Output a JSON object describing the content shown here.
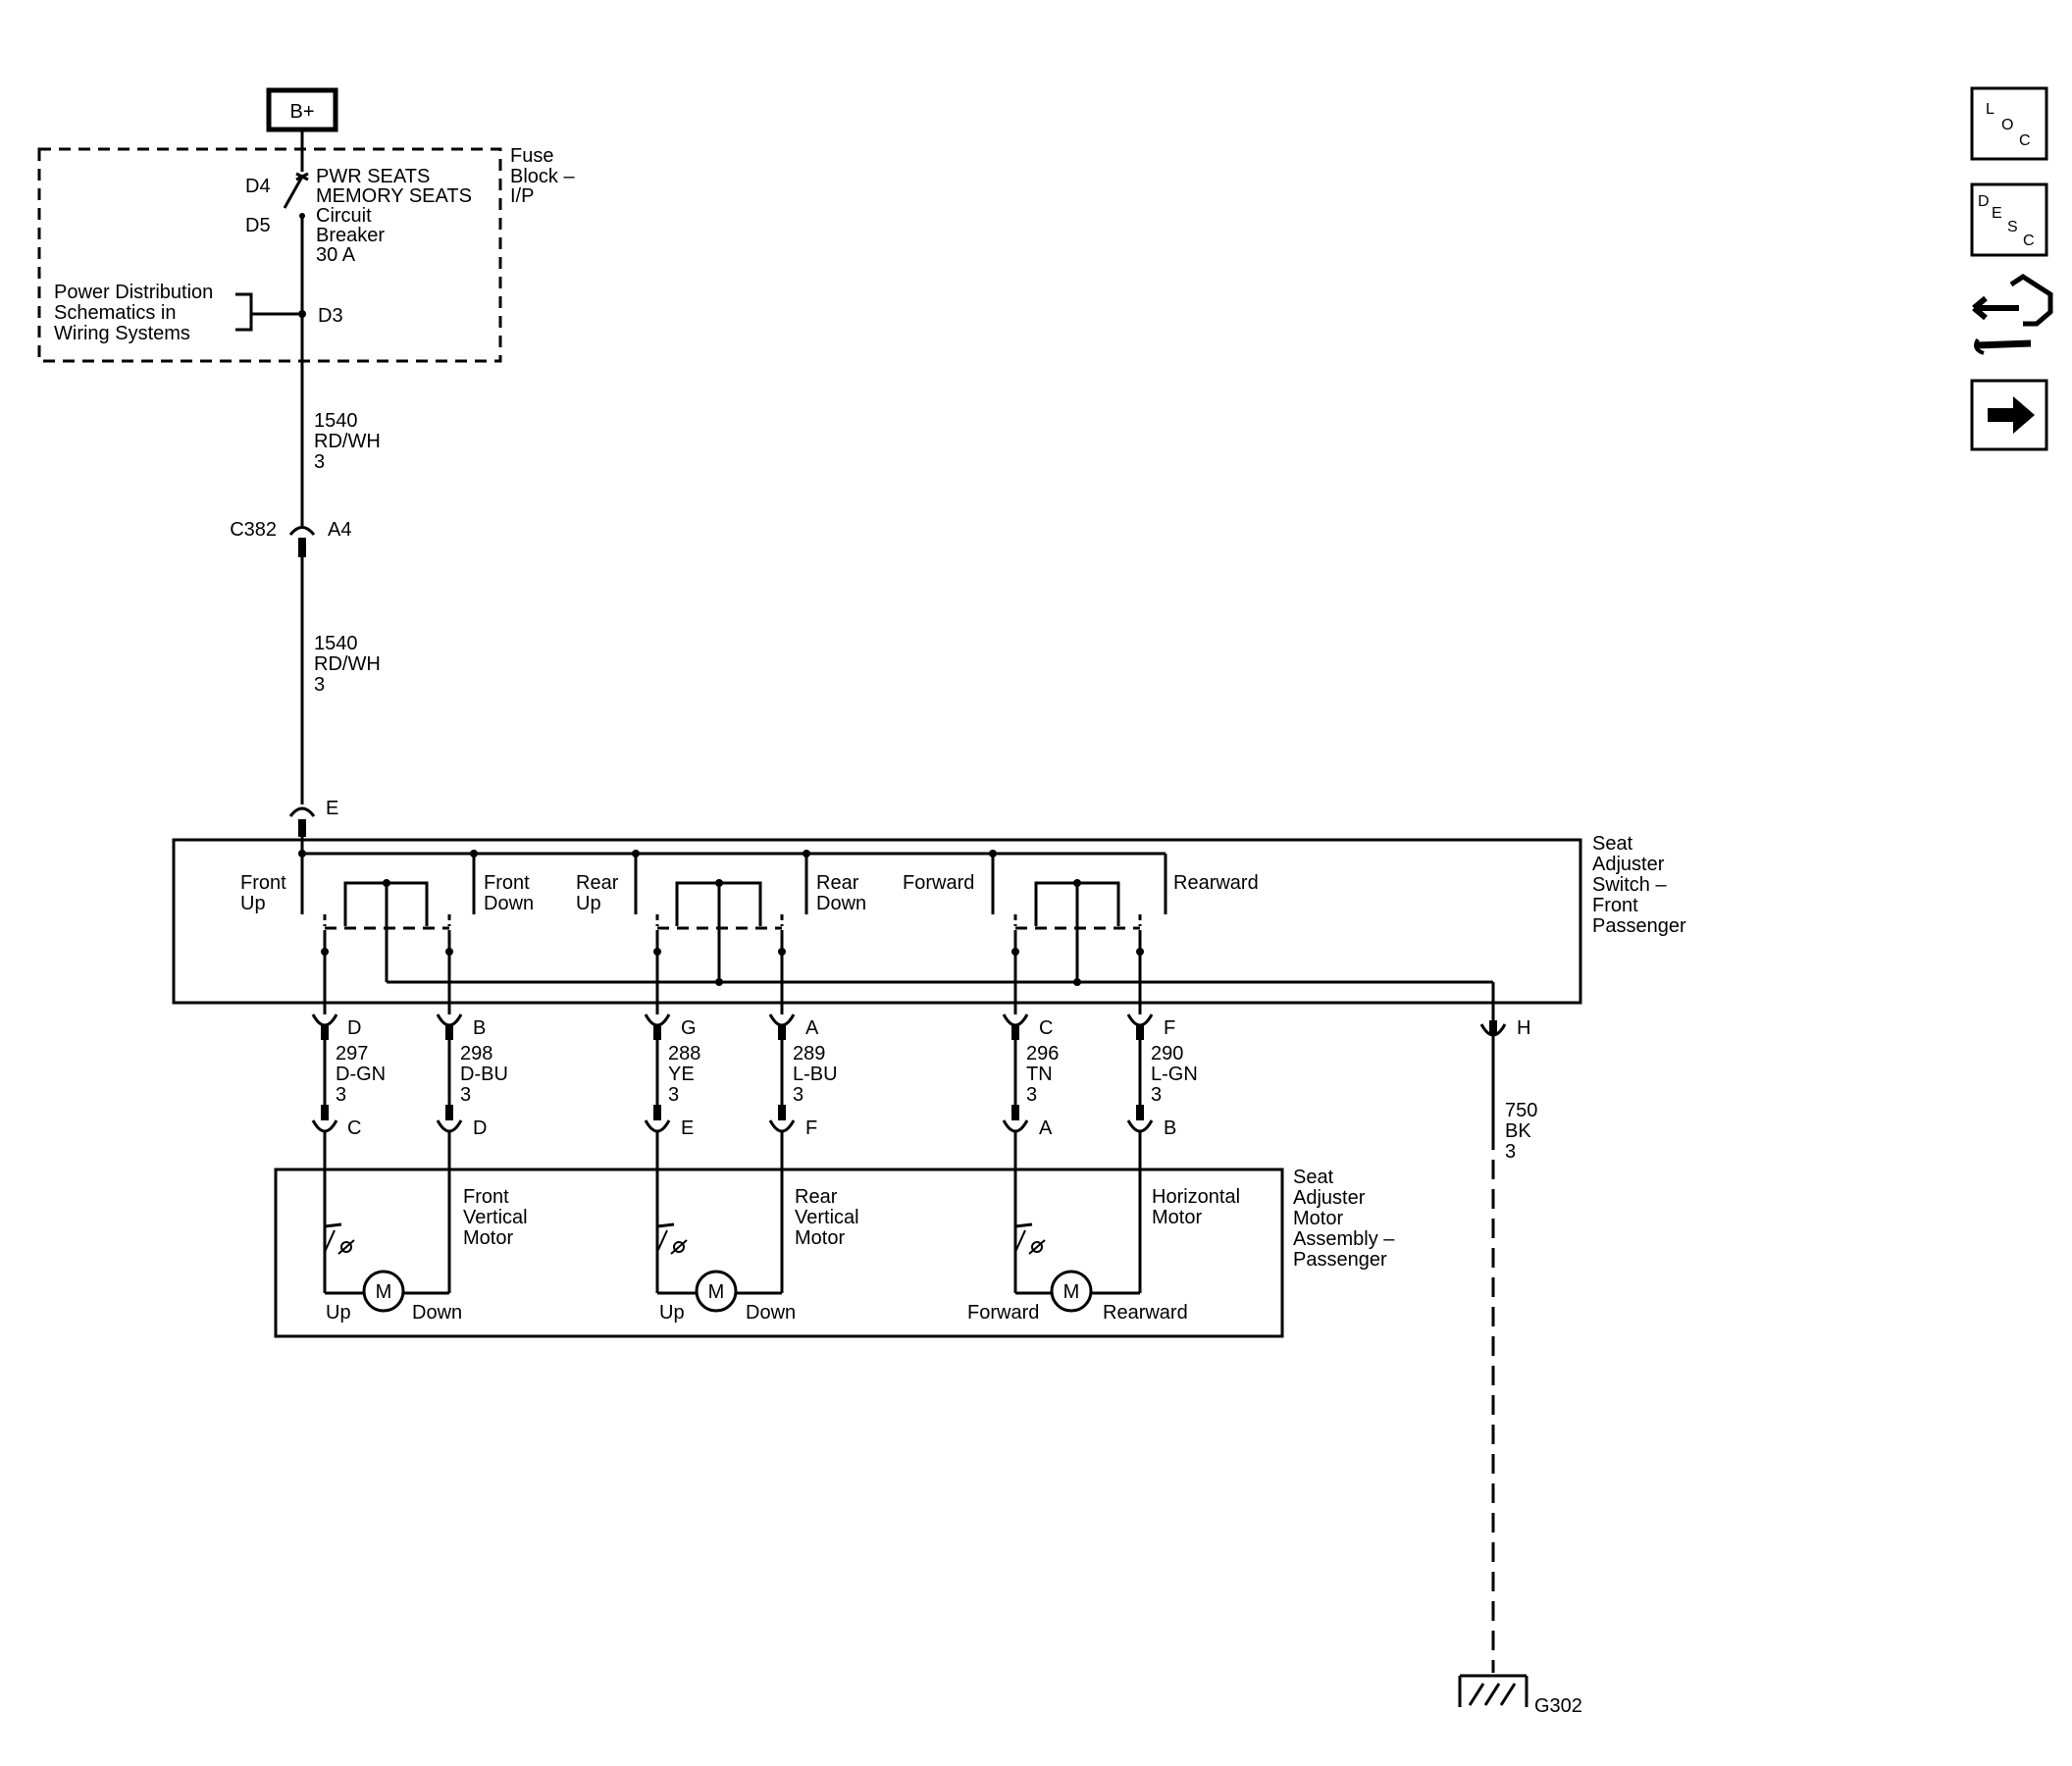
{
  "battery": {
    "label": "B+"
  },
  "fuse_block": {
    "name_lines": [
      "Fuse",
      "Block –",
      "I/P"
    ],
    "pin_top": "D4",
    "pin_mid": "D5",
    "pin_out": "D3",
    "breaker_lines": [
      "PWR SEATS",
      "MEMORY SEATS",
      "Circuit",
      "Breaker",
      "30 A"
    ],
    "power_ref_lines": [
      "Power Distribution",
      "Schematics in",
      "Wiring Systems"
    ]
  },
  "wire_upper": {
    "circuit": "1540",
    "color": "RD/WH",
    "size": "3"
  },
  "connector_c382": {
    "name": "C382",
    "pin": "A4"
  },
  "wire_lower": {
    "circuit": "1540",
    "color": "RD/WH",
    "size": "3"
  },
  "switch_pin_e": "E",
  "switch": {
    "name_lines": [
      "Seat",
      "Adjuster",
      "Switch –",
      "Front",
      "Passenger"
    ],
    "labels": {
      "front_up": [
        "Front",
        "Up"
      ],
      "front_down": [
        "Front",
        "Down"
      ],
      "rear_up": [
        "Rear",
        "Up"
      ],
      "rear_down": [
        "Rear",
        "Down"
      ],
      "forward": [
        "Forward"
      ],
      "rearward": [
        "Rearward"
      ]
    }
  },
  "wires": [
    {
      "top_pin": "D",
      "circuit": "297",
      "color": "D-GN",
      "size": "3",
      "bottom_pin": "C"
    },
    {
      "top_pin": "B",
      "circuit": "298",
      "color": "D-BU",
      "size": "3",
      "bottom_pin": "D"
    },
    {
      "top_pin": "G",
      "circuit": "288",
      "color": "YE",
      "size": "3",
      "bottom_pin": "E"
    },
    {
      "top_pin": "A",
      "circuit": "289",
      "color": "L-BU",
      "size": "3",
      "bottom_pin": "F"
    },
    {
      "top_pin": "C",
      "circuit": "296",
      "color": "TN",
      "size": "3",
      "bottom_pin": "A"
    },
    {
      "top_pin": "F",
      "circuit": "290",
      "color": "L-GN",
      "size": "3",
      "bottom_pin": "B"
    }
  ],
  "ground_wire": {
    "pin": "H",
    "circuit": "750",
    "color": "BK",
    "size": "3"
  },
  "ground": {
    "name": "G302"
  },
  "motor_assembly": {
    "name_lines": [
      "Seat",
      "Adjuster",
      "Motor",
      "Assembly –",
      "Passenger"
    ],
    "motors": [
      {
        "name_lines": [
          "Front",
          "Vertical",
          "Motor"
        ],
        "left": "Up",
        "right": "Down",
        "symbol": "M"
      },
      {
        "name_lines": [
          "Rear",
          "Vertical",
          "Motor"
        ],
        "left": "Up",
        "right": "Down",
        "symbol": "M"
      },
      {
        "name_lines": [
          "Horizontal",
          "Motor"
        ],
        "left": "Forward",
        "right": "Rearward",
        "symbol": "M"
      }
    ]
  },
  "nav": {
    "loc": {
      "l1": "L",
      "l2": "O",
      "l3": "C"
    },
    "desc": {
      "l1": "D",
      "l2": "E",
      "l3": "S",
      "l4": "C"
    },
    "icons": [
      "connector-icon",
      "next-arrow-icon"
    ]
  }
}
